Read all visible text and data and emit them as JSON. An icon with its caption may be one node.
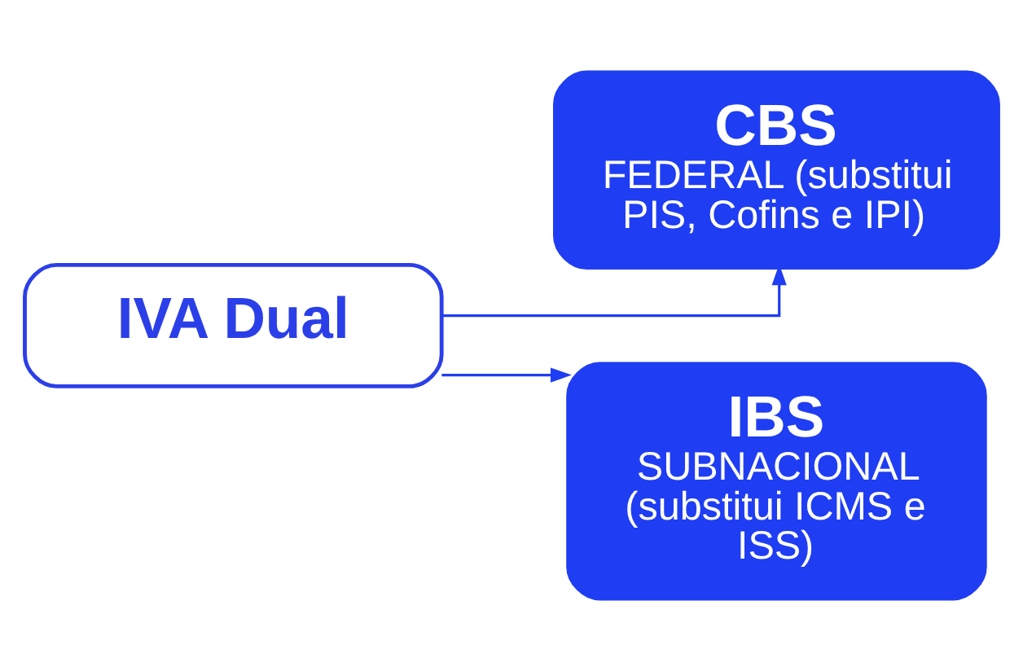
{
  "diagram": {
    "nodes": [
      {
        "text": [
          "IVA Dual"
        ]
      },
      {
        "text": [
          "CBS",
          "FEDERAL (substitui PIS, Cofins e IPI)"
        ]
      },
      {
        "text": [
          "IBS",
          "SUBNACIONAL (substitui ICMS e ISS)"
        ]
      }
    ],
    "edges": [
      {
        "from": 0,
        "to": 1,
        "arrow": "to"
      },
      {
        "from": 0,
        "to": 2,
        "arrow": "to"
      }
    ]
  }
}
